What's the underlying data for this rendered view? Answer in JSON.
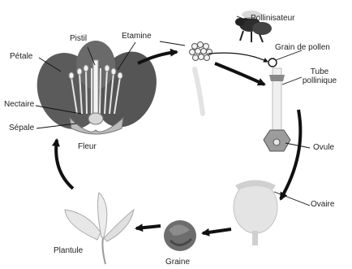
{
  "labels": {
    "pollinisateur": "Pollinisateur",
    "pistil": "Pistil",
    "etamine": "Etamine",
    "grain_pollen": "Grain de pollen",
    "petale": "Pétale",
    "tube_line1": "Tube",
    "tube_line2": "pollinique",
    "nectaire": "Nectaire",
    "sepale": "Sépale",
    "fleur": "Fleur",
    "ovule": "Ovule",
    "ovaire": "Ovaire",
    "plantule": "Plantule",
    "graine": "Graine"
  }
}
